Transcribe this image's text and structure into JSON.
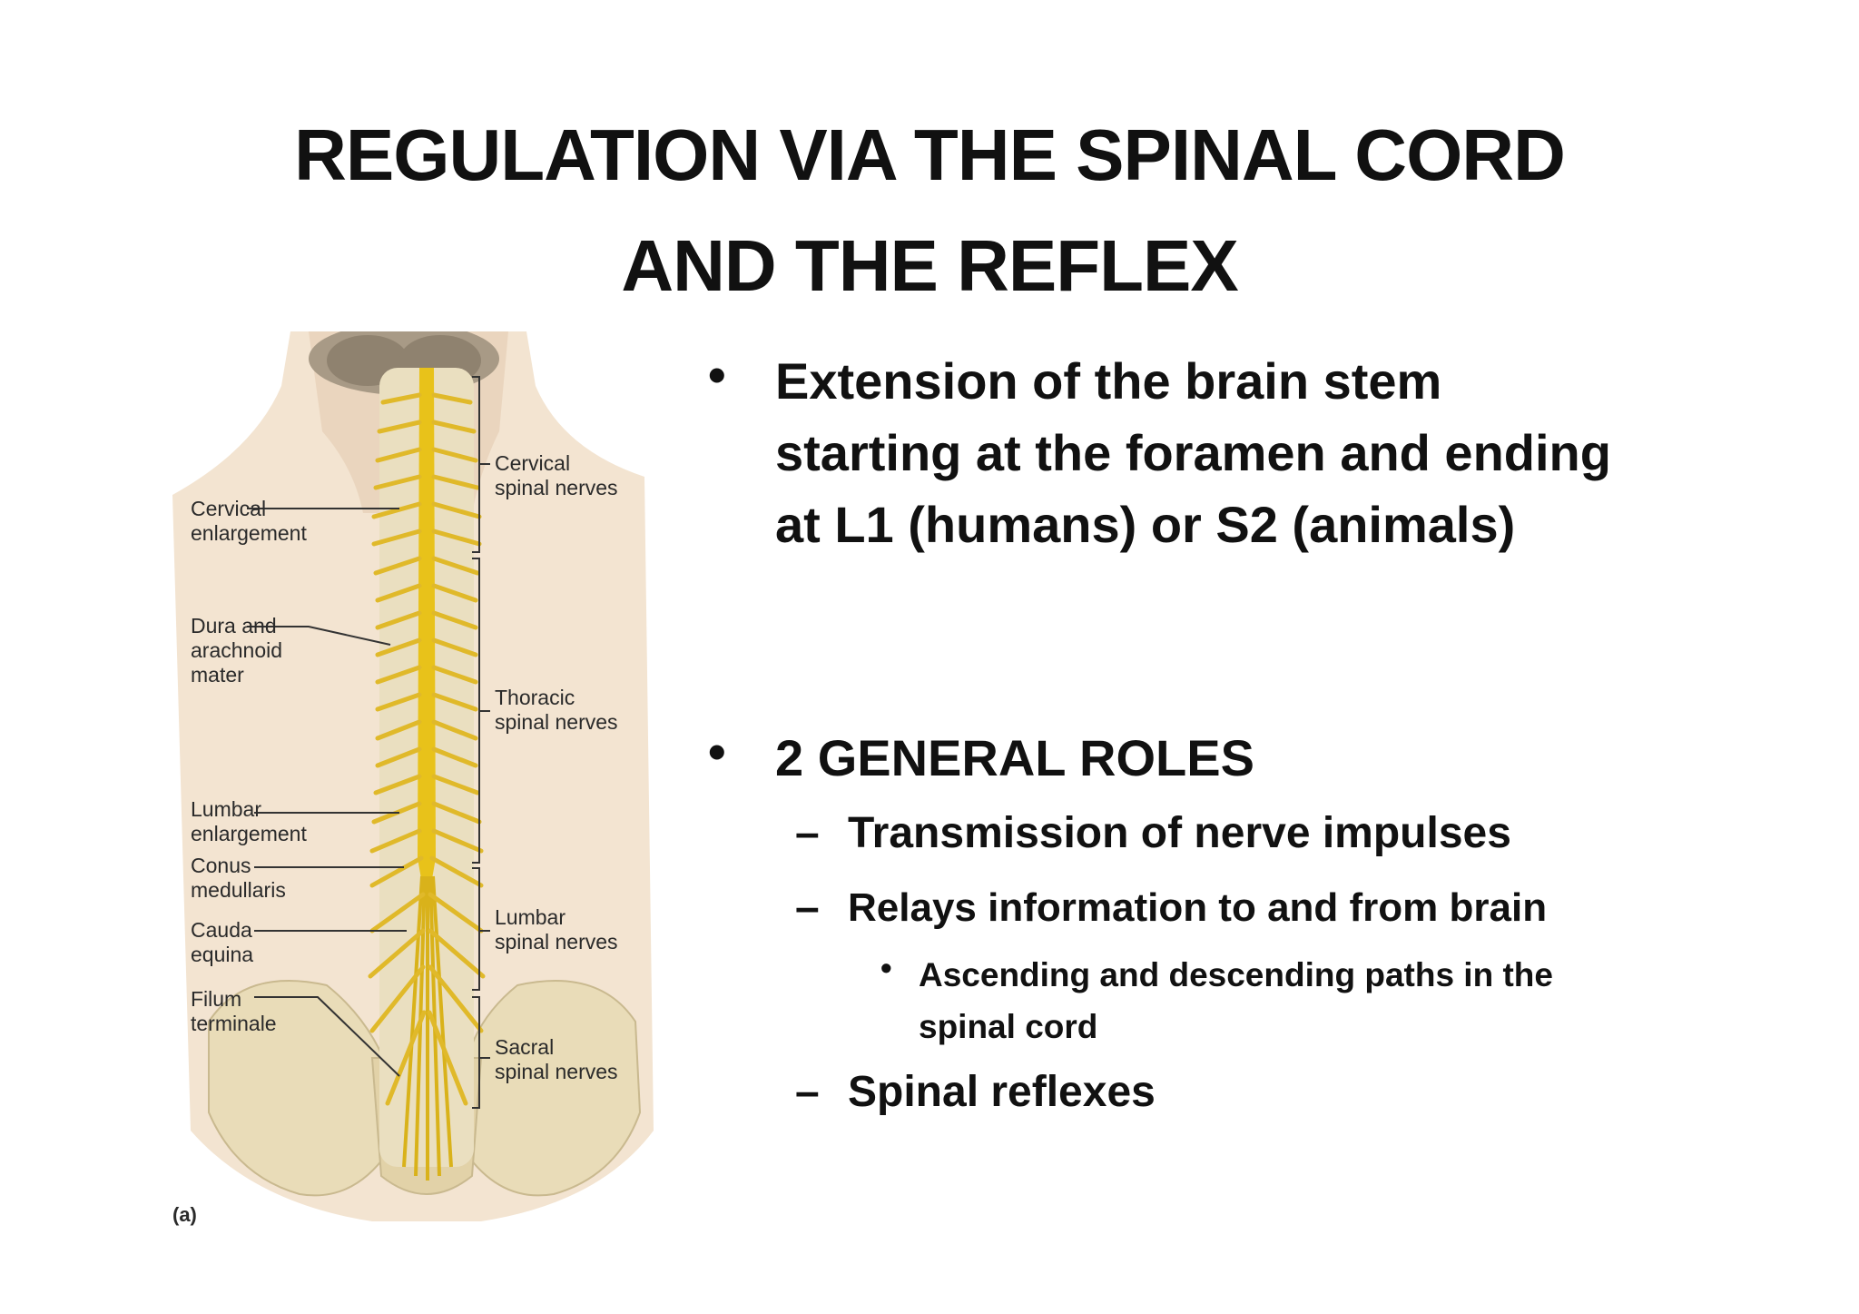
{
  "slide": {
    "title_line1": "REGULATION VIA THE SPINAL CORD",
    "title_line2": "AND THE REFLEX"
  },
  "figure": {
    "panel_label": "(a)",
    "left_labels": [
      "Cervical\nenlargement",
      "Dura and\narachnoid\nmater",
      "Lumbar\nenlargement",
      "Conus\nmedullaris",
      "Cauda\nequina",
      "Filum\nterminale"
    ],
    "right_labels": [
      "Cervical\nspinal nerves",
      "Thoracic\nspinal nerves",
      "Lumbar\nspinal nerves",
      "Sacral\nspinal nerves"
    ],
    "colors": {
      "cord": "#e8c21a",
      "skin": "#f3e4d1",
      "bone": "#e9dcb8",
      "brain": "#a89a86"
    }
  },
  "bullets": {
    "item1": {
      "marker": "•",
      "text": "Extension of the brain stem starting at the foramen and ending at L1 (humans) or S2 (animals)"
    },
    "item2": {
      "marker": "•",
      "text": "2 GENERAL ROLES",
      "sub": [
        {
          "marker": "–",
          "text": "Transmission of nerve impulses"
        },
        {
          "marker": "–",
          "text": "Relays information to and from brain"
        },
        {
          "marker": "–",
          "text": "Spinal reflexes"
        }
      ],
      "subsub": {
        "marker": "•",
        "text": "Ascending and descending paths in the spinal cord"
      }
    }
  }
}
